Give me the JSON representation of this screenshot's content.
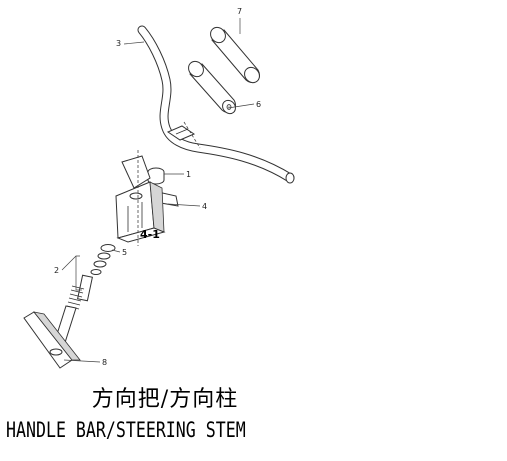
{
  "callouts": [
    {
      "id": "1",
      "label": "1"
    },
    {
      "id": "2",
      "label": "2"
    },
    {
      "id": "3",
      "label": "3"
    },
    {
      "id": "4",
      "label": "4"
    },
    {
      "id": "4-1",
      "label": "4-1"
    },
    {
      "id": "5",
      "label": "5"
    },
    {
      "id": "6",
      "label": "6"
    },
    {
      "id": "7",
      "label": "7"
    },
    {
      "id": "8",
      "label": "8"
    }
  ],
  "title": {
    "chinese": "方向把/方向柱",
    "english": "HANDLE BAR/STEERING STEM"
  }
}
